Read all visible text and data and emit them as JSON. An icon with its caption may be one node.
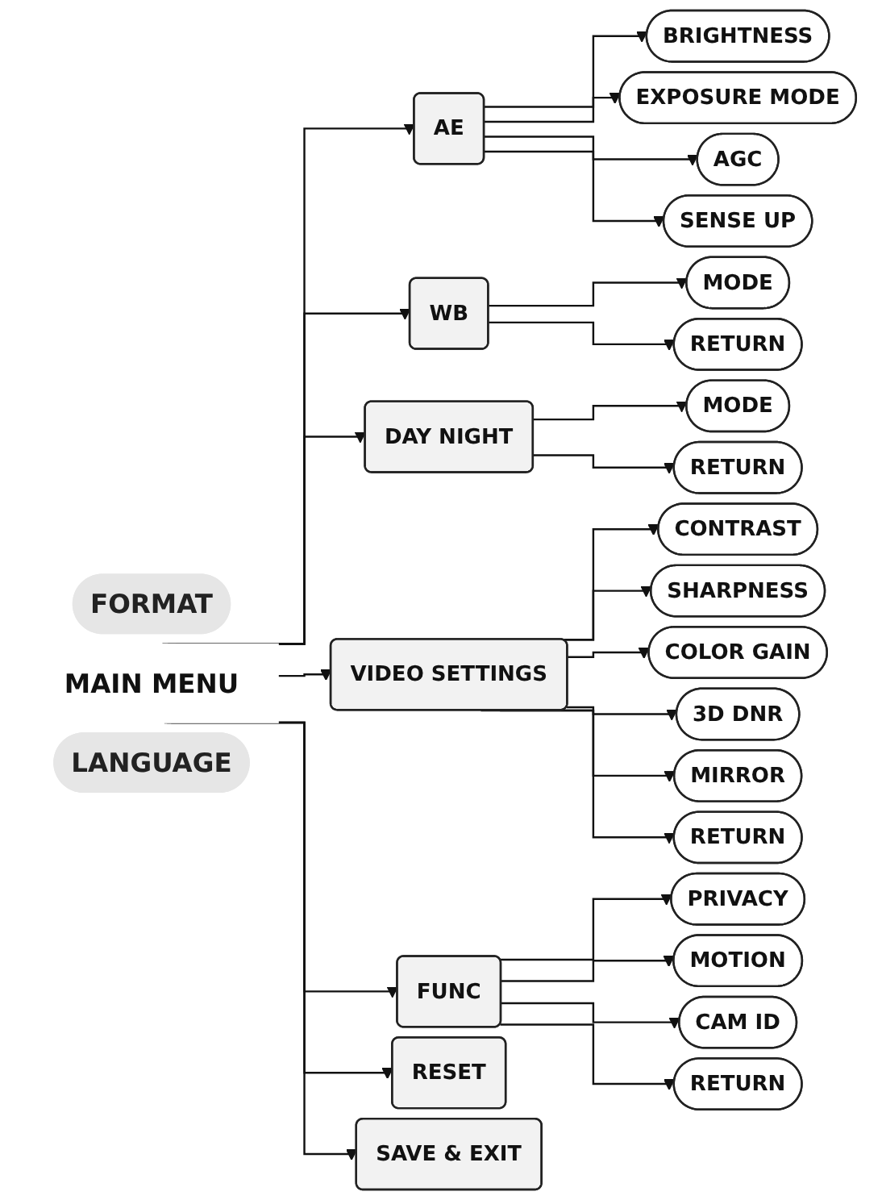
{
  "diagram": {
    "nodes": [
      {
        "text": [
          "FORMAT"
        ]
      },
      {
        "text": [
          "MAIN MENU"
        ]
      },
      {
        "text": [
          "LANGUAGE"
        ]
      },
      {
        "text": [
          "AE"
        ]
      },
      {
        "text": [
          "WB"
        ]
      },
      {
        "text": [
          "DAY NIGHT"
        ]
      },
      {
        "text": [
          "VIDEO SETTINGS"
        ]
      },
      {
        "text": [
          "FUNC"
        ]
      },
      {
        "text": [
          "RESET"
        ]
      },
      {
        "text": [
          "SAVE & EXIT"
        ]
      },
      {
        "text": [
          "BRIGHTNESS"
        ]
      },
      {
        "text": [
          "EXPOSURE MODE"
        ]
      },
      {
        "text": [
          "AGC"
        ]
      },
      {
        "text": [
          "SENSE UP"
        ]
      },
      {
        "text": [
          "MODE"
        ]
      },
      {
        "text": [
          "RETURN"
        ]
      },
      {
        "text": [
          "MODE"
        ]
      },
      {
        "text": [
          "RETURN"
        ]
      },
      {
        "text": [
          "CONTRAST"
        ]
      },
      {
        "text": [
          "SHARPNESS"
        ]
      },
      {
        "text": [
          "COLOR GAIN"
        ]
      },
      {
        "text": [
          "3D DNR"
        ]
      },
      {
        "text": [
          "MIRROR"
        ]
      },
      {
        "text": [
          "RETURN"
        ]
      },
      {
        "text": [
          "PRIVACY"
        ]
      },
      {
        "text": [
          "MOTION"
        ]
      },
      {
        "text": [
          "CAM ID"
        ]
      },
      {
        "text": [
          "RETURN"
        ]
      }
    ],
    "edges": [
      {
        "from": 1,
        "to": 3,
        "arrow": "to"
      },
      {
        "from": 1,
        "to": 4,
        "arrow": "to"
      },
      {
        "from": 1,
        "to": 5,
        "arrow": "to"
      },
      {
        "from": 1,
        "to": 6,
        "arrow": "to"
      },
      {
        "from": 1,
        "to": 7,
        "arrow": "to"
      },
      {
        "from": 1,
        "to": 8,
        "arrow": "to"
      },
      {
        "from": 1,
        "to": 9,
        "arrow": "to"
      },
      {
        "from": 3,
        "to": 10,
        "arrow": "to"
      },
      {
        "from": 3,
        "to": 11,
        "arrow": "to"
      },
      {
        "from": 3,
        "to": 12,
        "arrow": "to"
      },
      {
        "from": 3,
        "to": 13,
        "arrow": "to"
      },
      {
        "from": 4,
        "to": 14,
        "arrow": "to"
      },
      {
        "from": 4,
        "to": 15,
        "arrow": "to"
      },
      {
        "from": 5,
        "to": 16,
        "arrow": "to"
      },
      {
        "from": 5,
        "to": 17,
        "arrow": "to"
      },
      {
        "from": 6,
        "to": 18,
        "arrow": "to"
      },
      {
        "from": 6,
        "to": 19,
        "arrow": "to"
      },
      {
        "from": 6,
        "to": 20,
        "arrow": "to"
      },
      {
        "from": 6,
        "to": 21,
        "arrow": "to"
      },
      {
        "from": 6,
        "to": 22,
        "arrow": "to"
      },
      {
        "from": 6,
        "to": 23,
        "arrow": "to"
      },
      {
        "from": 7,
        "to": 24,
        "arrow": "to"
      },
      {
        "from": 7,
        "to": 25,
        "arrow": "to"
      },
      {
        "from": 7,
        "to": 26,
        "arrow": "to"
      },
      {
        "from": 7,
        "to": 27,
        "arrow": "to"
      }
    ]
  }
}
